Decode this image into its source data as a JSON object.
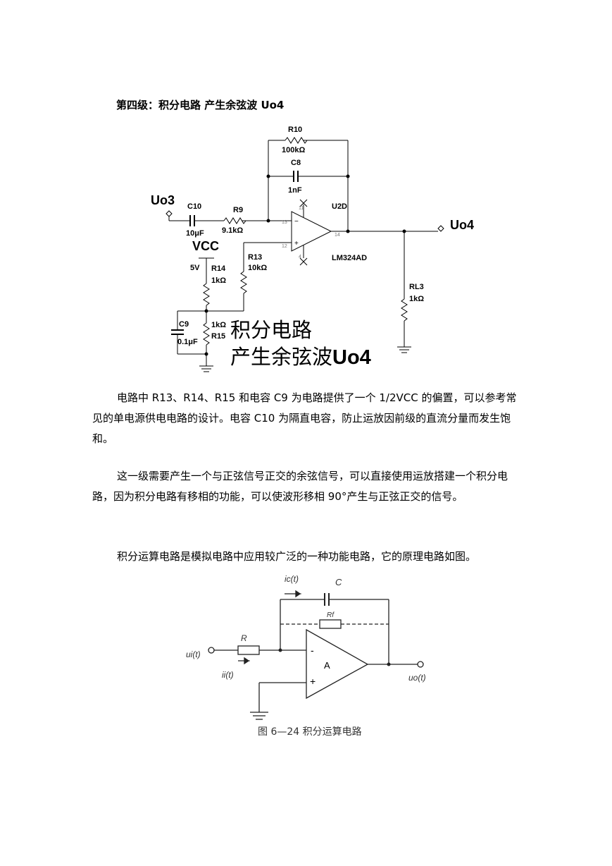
{
  "heading": "第四级：积分电路 产生余弦波 Uo4",
  "circuit1": {
    "input": "Uo3",
    "output": "Uo4",
    "vcc": "VCC",
    "vcc_value": "5V",
    "opamp_ref": "U2D",
    "opamp_part": "LM324AD",
    "pins": {
      "inv": "13",
      "noninv": "12",
      "out": "14",
      "vpos": "11",
      "vneg": "4"
    },
    "components": {
      "R10": {
        "name": "R10",
        "value": "100kΩ"
      },
      "C8": {
        "name": "C8",
        "value": "1nF"
      },
      "C10": {
        "name": "C10",
        "value": "10μF"
      },
      "R9": {
        "name": "R9",
        "value": "9.1kΩ"
      },
      "R13": {
        "name": "R13",
        "value": "10kΩ"
      },
      "R14": {
        "name": "R14",
        "value": "1kΩ"
      },
      "R15": {
        "name": "R15",
        "value": "1kΩ"
      },
      "C9": {
        "name": "C9",
        "value": "0.1μF"
      },
      "RL3": {
        "name": "RL3",
        "value": "1kΩ"
      }
    },
    "overlay_line1": "积分电路",
    "overlay_line2_prefix": "产生余弦波",
    "overlay_line2_suffix": "Uo4"
  },
  "paragraphs": {
    "p1": "电路中 R13、R14、R15 和电容 C9 为电路提供了一个 1/2VCC 的偏置，可以参考常见的单电源供电电路的设计。电容 C10 为隔直电容，防止运放因前级的直流分量而发生饱和。",
    "p2": "这一级需要产生一个与正弦信号正交的余弦信号，可以直接使用运放搭建一个积分电路，因为积分电路有移相的功能，可以使波形移相 90°产生与正弦正交的信号。",
    "p3": "积分运算电路是模拟电路中应用较广泛的一种功能电路，它的原理电路如图。"
  },
  "circuit2": {
    "ic_label": "ic(t)",
    "c_label": "C",
    "rf_label": "Rf",
    "r_label": "R",
    "ui_label": "ui(t)",
    "ii_label": "ii(t)",
    "amp_label": "A",
    "minus": "-",
    "plus": "+",
    "uo_label": "uo(t)",
    "caption": "图 6—24 积分运算电路"
  }
}
